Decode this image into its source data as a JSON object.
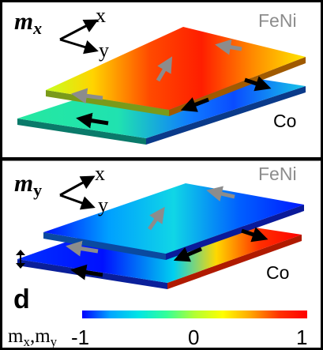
{
  "panels": [
    {
      "component_symbol": "m",
      "component_subscript": "x",
      "axis_labels": {
        "x": "x",
        "y": "y"
      },
      "top_layer": "FeNi",
      "bottom_layer": "Co"
    },
    {
      "component_symbol": "m",
      "component_subscript": "y",
      "axis_labels": {
        "x": "x",
        "y": "y"
      },
      "top_layer": "FeNi",
      "bottom_layer": "Co"
    }
  ],
  "spacing_label": "d",
  "colorbar": {
    "label_main": "m",
    "label_sub_1": "x",
    "label_sep": ",m",
    "label_sub_2": "y",
    "ticks": [
      "-1",
      "0",
      "1"
    ],
    "colormap": [
      "#0000ff",
      "#00a6ff",
      "#00e5e5",
      "#33ff99",
      "#b3ff33",
      "#ffff00",
      "#ffa500",
      "#ff3300",
      "#ff0000"
    ]
  },
  "colors": {
    "frame": "#000000",
    "layer_label_feni": "#8c8c8c",
    "arrow_feni": "#8c8c8c",
    "arrow_co": "#000000"
  }
}
